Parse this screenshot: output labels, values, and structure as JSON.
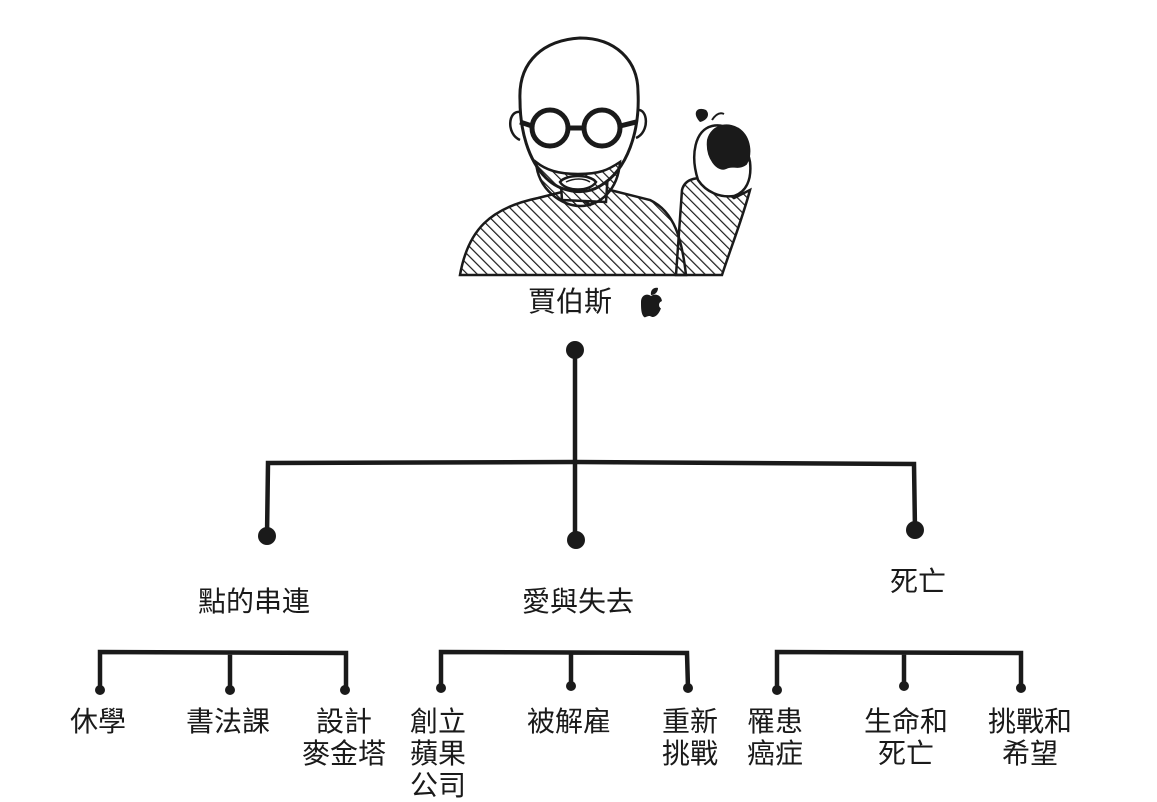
{
  "root": {
    "label": "賈伯斯",
    "icon": "apple-logo-icon"
  },
  "branches": [
    {
      "label": "點的串連",
      "children": [
        "休學",
        "書法課",
        "設計 麥金塔"
      ]
    },
    {
      "label": "愛與失去",
      "children": [
        "創立 蘋果 公司",
        "被解雇",
        "重新 挑戰"
      ]
    },
    {
      "label": "死亡",
      "children": [
        "罹患 癌症",
        "生命和 死亡",
        "挑戰和 希望"
      ]
    }
  ],
  "leaf_lines": {
    "b0c2": [
      "設計",
      "麥金塔"
    ],
    "b1c0": [
      "創立",
      "蘋果",
      "公司"
    ],
    "b1c2": [
      "重新",
      "挑戰"
    ],
    "b2c0": [
      "罹患",
      "癌症"
    ],
    "b2c1": [
      "生命和",
      "死亡"
    ],
    "b2c2": [
      "挑戰和",
      "希望"
    ]
  },
  "colors": {
    "ink": "#1a1a1a",
    "background": "#ffffff"
  }
}
